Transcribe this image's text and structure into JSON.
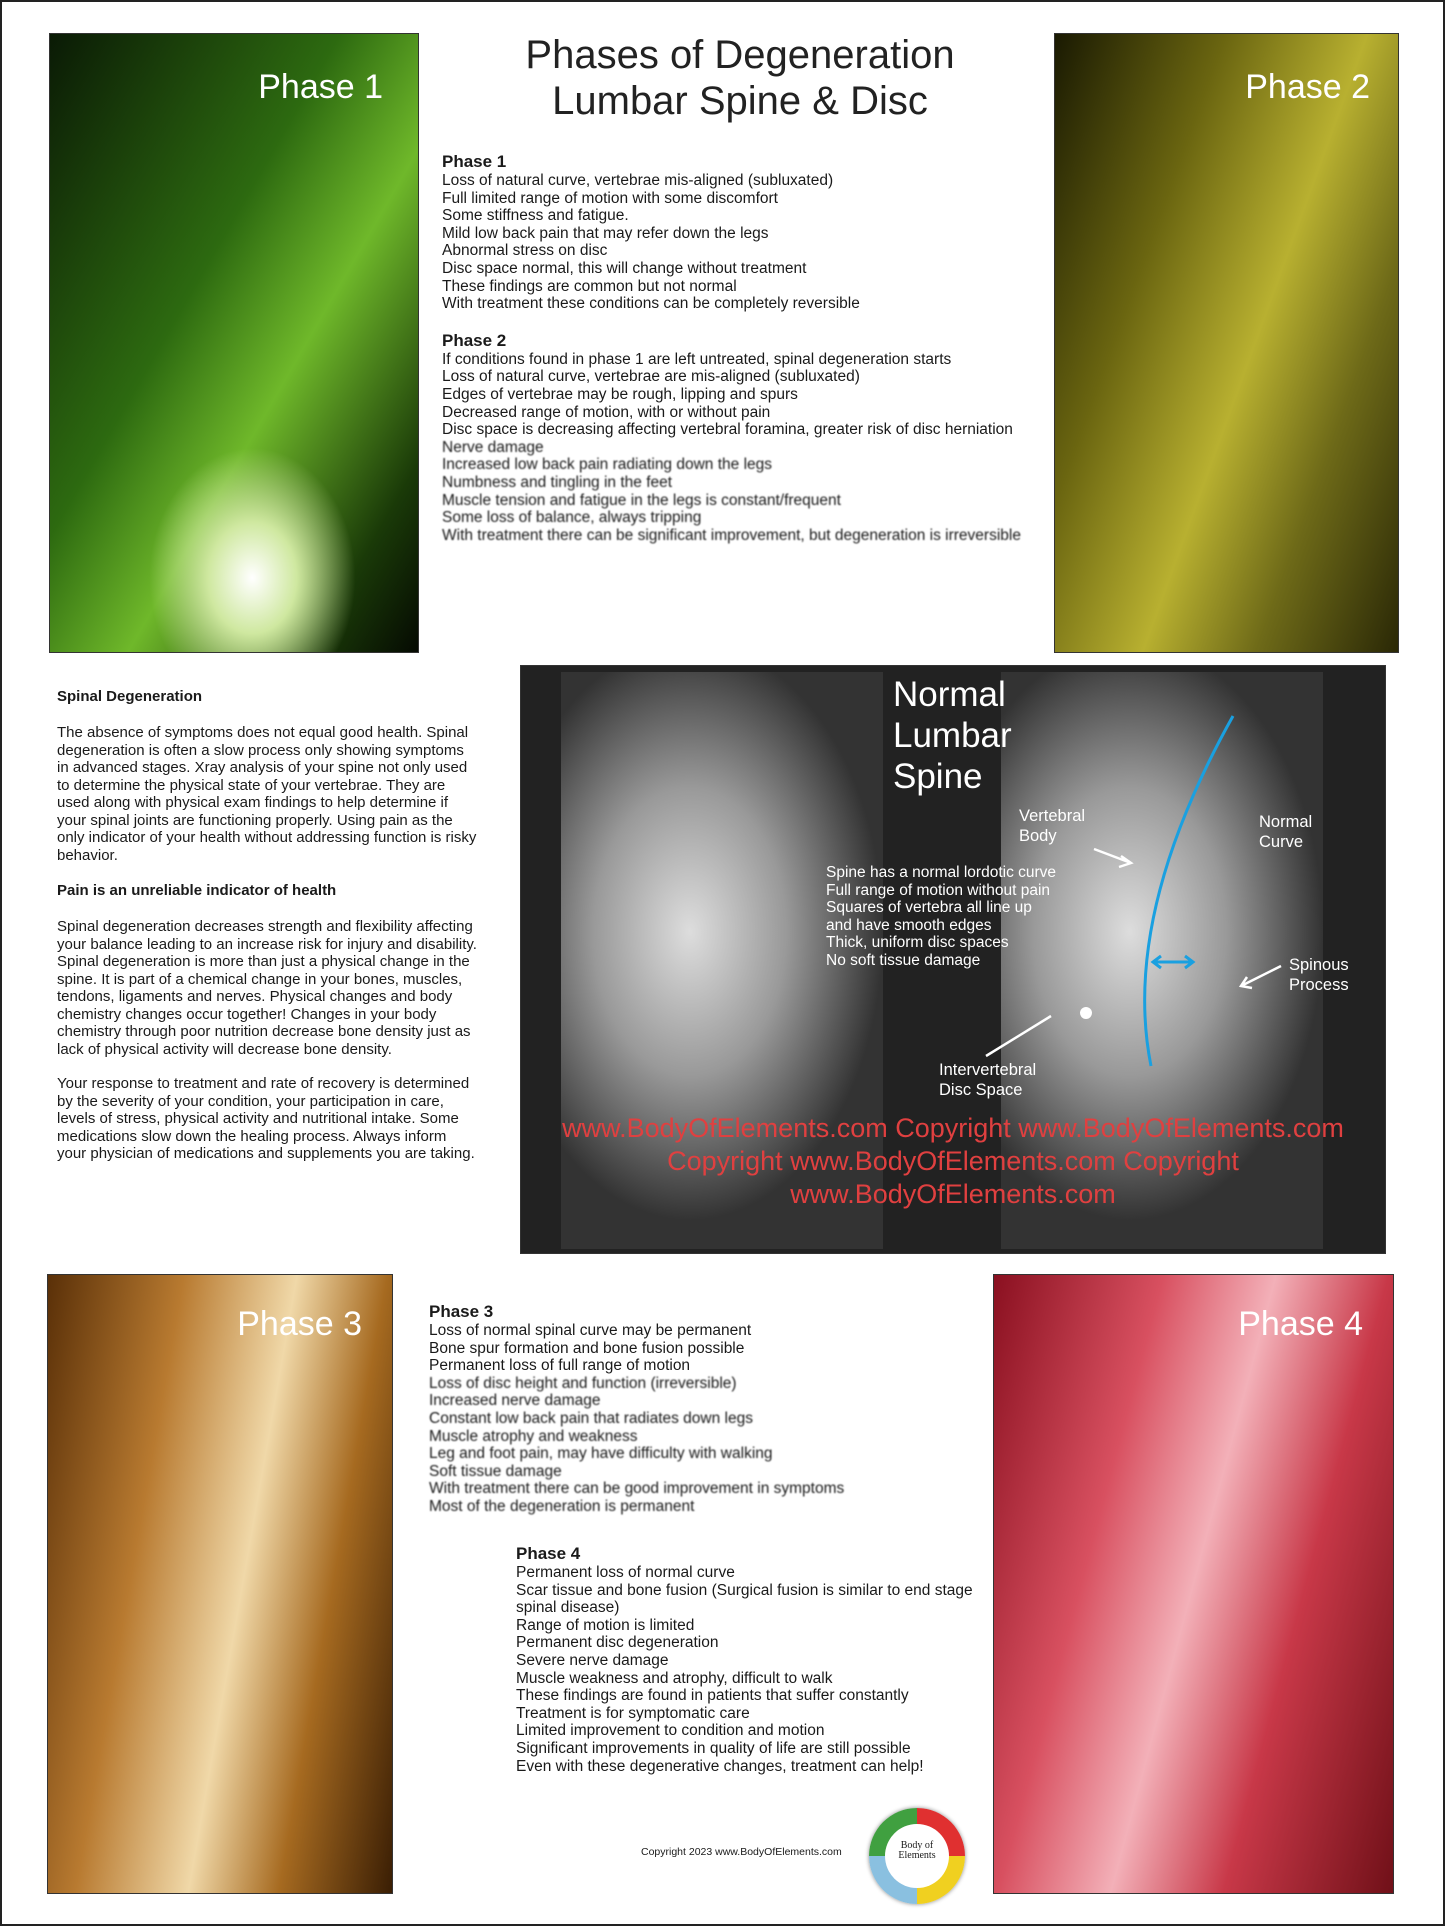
{
  "title": {
    "line1": "Phases of Degeneration",
    "line2": "Lumbar Spine & Disc"
  },
  "images": {
    "phase1": "Phase 1",
    "phase2": "Phase 2",
    "phase3": "Phase 3",
    "phase4": "Phase 4"
  },
  "phase1": {
    "heading": "Phase 1",
    "items": [
      "Loss of natural curve, vertebrae mis-aligned (subluxated)",
      "Full limited range of motion with some discomfort",
      "Some stiffness and fatigue.",
      "Mild low back pain that may refer down the legs",
      "Abnormal stress on disc",
      "Disc space normal, this will change without treatment",
      "These findings are common but not normal",
      "With treatment these conditions can be completely reversible"
    ]
  },
  "phase2": {
    "heading": "Phase 2",
    "items": [
      "If conditions found in phase 1 are left untreated, spinal degeneration starts",
      "Loss of natural curve, vertebrae are mis-aligned (subluxated)",
      "Edges of vertebrae may be rough, lipping and spurs",
      "Decreased range of motion, with or without pain",
      "Disc space is decreasing affecting vertebral foramina, greater risk of disc herniation"
    ],
    "blurred_items": [
      "Nerve damage",
      "Increased low back pain radiating down the legs",
      "Numbness and tingling in the feet",
      "Muscle tension and fatigue in the legs is constant/frequent",
      "Some loss of balance, always tripping",
      "With treatment there can be significant improvement, but degeneration is irreversible"
    ]
  },
  "phase3": {
    "heading": "Phase 3",
    "items": [
      "Loss of normal spinal curve may be permanent",
      "Bone spur formation and bone fusion possible",
      "Permanent loss of full range of motion"
    ],
    "blurred_items": [
      "Loss of disc height and function (irreversible)",
      "Increased nerve damage",
      "Constant low back pain that radiates down legs",
      "Muscle atrophy and weakness",
      "Leg and foot pain, may have difficulty with walking",
      "Soft tissue damage",
      "With treatment there can be good improvement in symptoms",
      "Most of the degeneration is permanent"
    ]
  },
  "phase4": {
    "heading": "Phase 4",
    "items": [
      "Permanent loss of normal curve",
      "Scar tissue and bone fusion (Surgical fusion is similar to end stage",
      "spinal disease)",
      "Range of motion is limited",
      "Permanent disc degeneration",
      "Severe nerve damage",
      "Muscle weakness and atrophy, difficult to walk",
      "These findings are found in patients that suffer constantly",
      "Treatment is for symptomatic care",
      "Limited improvement to condition and motion",
      "Significant improvements in quality of life are still possible",
      "Even with these degenerative changes, treatment can help!"
    ]
  },
  "left": {
    "heading1": "Spinal Degeneration",
    "para1": "The absence of symptoms does not equal good health. Spinal degeneration is often a slow process only showing symptoms in advanced stages. Xray analysis of your spine not only used to determine the physical state of your vertebrae. They are used along with physical exam findings to help determine if your spinal joints are functioning properly. Using pain as the only indicator of your health without addressing function is risky behavior.",
    "heading2": "Pain is an unreliable indicator of health",
    "para2": "Spinal degeneration decreases strength and flexibility affecting your balance leading to an increase risk for injury and disability. Spinal degeneration is more than just a physical change in the spine. It is part of a chemical change in your bones, muscles, tendons, ligaments and nerves. Physical changes and body chemistry changes occur together! Changes in your body chemistry through poor nutrition decrease bone density just as lack of physical activity will decrease bone density.",
    "para3": "Your response to treatment and rate of recovery is determined by the severity of your condition, your participation in care, levels of stress, physical activity and nutritional intake. Some medications slow down the healing process. Always inform your physician of medications and supplements you are taking."
  },
  "normal": {
    "title1": "Normal",
    "title2": "Lumbar",
    "title3": "Spine",
    "vb1": "Vertebral",
    "vb2": "Body",
    "nc1": "Normal",
    "nc2": "Curve",
    "sp1": "Spinous",
    "sp2": "Process",
    "ids1": "Intervertebral",
    "ids2": "Disc Space",
    "items": [
      "Spine has a normal lordotic curve",
      "Full range of motion without pain",
      "Squares of vertebra all line up",
      "and have smooth edges",
      "Thick, uniform disc spaces",
      "No soft tissue damage"
    ],
    "curve_color": "#1aa0e0"
  },
  "footer": {
    "copyright": "Copyright 2023 www.BodyOfElements.com",
    "logo": "Body of Elements"
  },
  "watermark": "www.BodyOfElements.com Copyright www.BodyOfElements.com Copyright www.BodyOfElements.com Copyright www.BodyOfElements.com"
}
